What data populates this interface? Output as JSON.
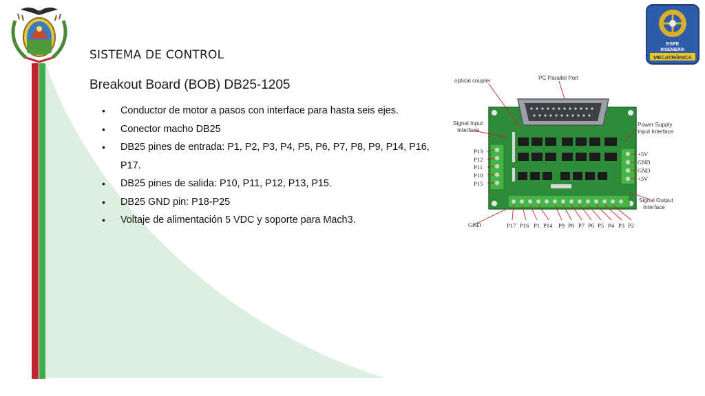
{
  "header": {
    "section_title": "SISTEMA DE CONTROL",
    "slide_title": "Breakout Board (BOB) DB25-1205"
  },
  "bullets": [
    "Conductor de motor a pasos con interface para hasta seis ejes.",
    "Conector macho DB25",
    "DB25 pines de entrada: P1, P2, P3, P4, P5, P6, P7, P8, P9, P14, P16, P17.",
    "DB25 pines de salida: P10, P11, P12, P13, P15.",
    "DB25 GND pin: P18-P25",
    "Voltaje de alimentación 5 VDC y soporte para Mach3."
  ],
  "logo": {
    "text_1": "ESPE",
    "text_2": "INGENIERÍA",
    "text_3": "MECATRÓNICA"
  },
  "board_figure": {
    "optical_coupler": "optical coupler",
    "pc_parallel_port": "PC Parallel Port",
    "signal_input_1": "Signal Input",
    "signal_input_2": "Interface",
    "power_supply_1": "Power Supply",
    "power_supply_2": "Input Interface",
    "signal_output_1": "Signal Output",
    "signal_output_2": "Interface",
    "gnd_label": "GND",
    "left_pins": [
      "P13",
      "P12",
      "P11",
      "P10",
      "P15"
    ],
    "power_pins": [
      "+5V",
      "GND",
      "GND",
      "+5V"
    ],
    "bottom_pins": [
      "P17",
      "P16",
      "P1",
      "P14",
      "P9",
      "P8",
      "P7",
      "P6",
      "P5",
      "P4",
      "P3",
      "P2"
    ]
  },
  "colors": {
    "red_stripe": "#c0242c",
    "green_stripe": "#3fae49",
    "pale_green": "#dcefe0",
    "pcb_green": "#2c8c3a"
  }
}
